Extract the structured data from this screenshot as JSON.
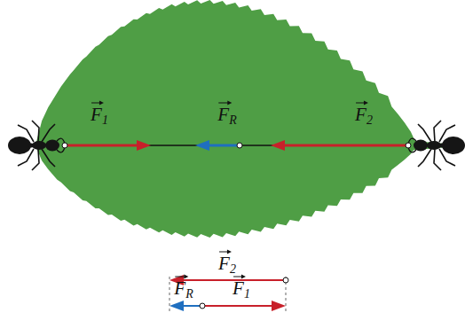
{
  "diagram": {
    "labels": [
      "F1",
      "FR",
      "F2",
      "F2",
      "FR",
      "F1"
    ]
  }
}
